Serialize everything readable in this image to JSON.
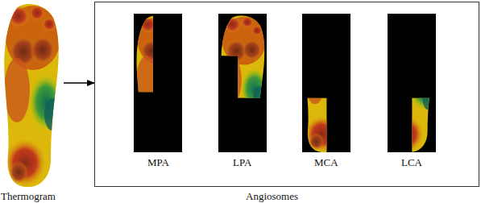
{
  "diagram": {
    "nodes": [
      {
        "text": [
          "Thermogram"
        ]
      },
      {
        "text": [
          "Angiosomes"
        ]
      },
      {
        "text": [
          "MPA"
        ],
        "in": 1
      },
      {
        "text": [
          "LPA"
        ],
        "in": 1
      },
      {
        "text": [
          "MCA"
        ],
        "in": 1
      },
      {
        "text": [
          "LCA"
        ],
        "in": 1
      }
    ],
    "edges": [
      {
        "from": 0,
        "to": 1,
        "arrow": "to"
      }
    ]
  }
}
